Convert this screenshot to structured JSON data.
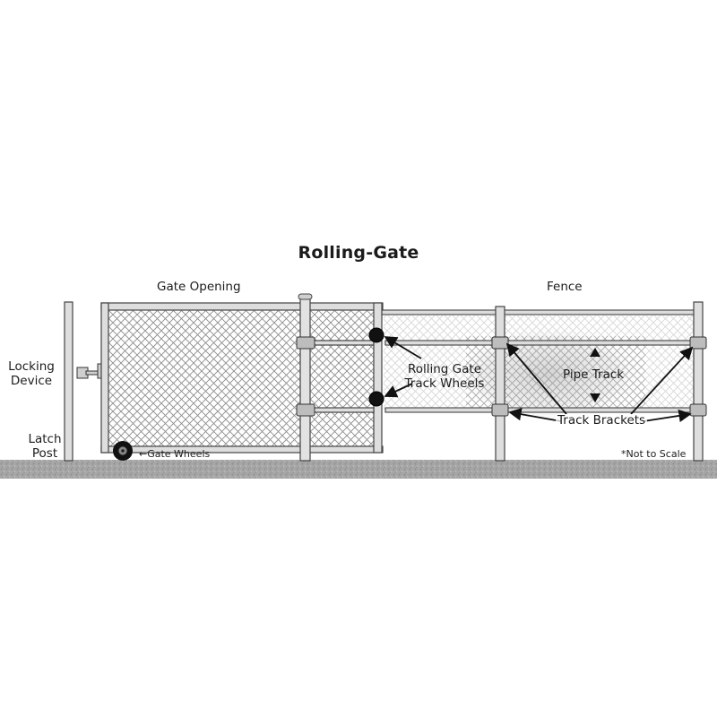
{
  "title": "Rolling-Gate",
  "labels": {
    "gate_opening": "Gate Opening",
    "fence": "Fence",
    "locking_device_line1": "Locking",
    "locking_device_line2": "Device",
    "latch_post_line1": "Latch",
    "latch_post_line2": "Post",
    "gate_wheels": "←Gate Wheels",
    "track_wheels_line1": "Rolling Gate",
    "track_wheels_line2": "Track Wheels",
    "pipe_track": "Pipe Track",
    "track_brackets": "Track Brackets",
    "not_to_scale": "*Not to Scale"
  },
  "colors": {
    "background": "#ffffff",
    "ground": "#a3a3a3",
    "pipe": "#d9d9d9",
    "pipe_outline": "#444444",
    "mesh": "#8c8c8c",
    "wheel": "#111111",
    "text": "#1b1b1b"
  }
}
